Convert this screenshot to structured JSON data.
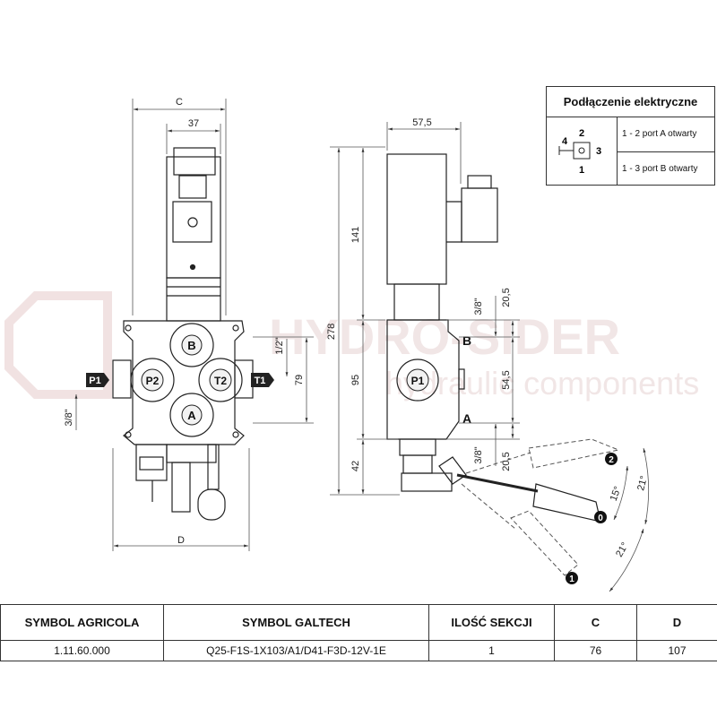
{
  "watermark": {
    "brand": "HYDRO-SIDER",
    "subtitle": "hydraulic components"
  },
  "dimensions": {
    "c": "C",
    "d": "D",
    "w37": "37",
    "w575": "57,5",
    "h278": "278",
    "h141": "141",
    "h95": "95",
    "h42": "42",
    "h79": "79",
    "h205_top": "20,5",
    "h205_bot": "20,5",
    "h545": "54,5",
    "th_half": "1/2\"",
    "th_38_left": "3/8\"",
    "th_38_top": "3/8\"",
    "th_38_bot": "3/8\"",
    "ang15": "15°",
    "ang21_top": "21°",
    "ang21_bot": "21°"
  },
  "ports": {
    "p1_left": "P1",
    "p2": "P2",
    "t2": "T2",
    "t1": "T1",
    "a_front": "A",
    "b_front": "B",
    "p1_side": "P1",
    "a_side": "A",
    "b_side": "B"
  },
  "lever_positions": {
    "pos0": "0",
    "pos1": "1",
    "pos2": "2"
  },
  "electrical": {
    "title": "Podłączenie elektryczne",
    "pins": {
      "p1": "1",
      "p2": "2",
      "p3": "3",
      "p4": "4"
    },
    "rows": [
      "1 - 2 port A otwarty",
      "1 - 3 port B otwarty"
    ]
  },
  "table": {
    "headers": [
      "SYMBOL AGRICOLA",
      "SYMBOL GALTECH",
      "ILOŚĆ SEKCJI",
      "C",
      "D"
    ],
    "row": [
      "1.11.60.000",
      "Q25-F1S-1X103/A1/D41-F3D-12V-1E",
      "1",
      "76",
      "107"
    ]
  }
}
